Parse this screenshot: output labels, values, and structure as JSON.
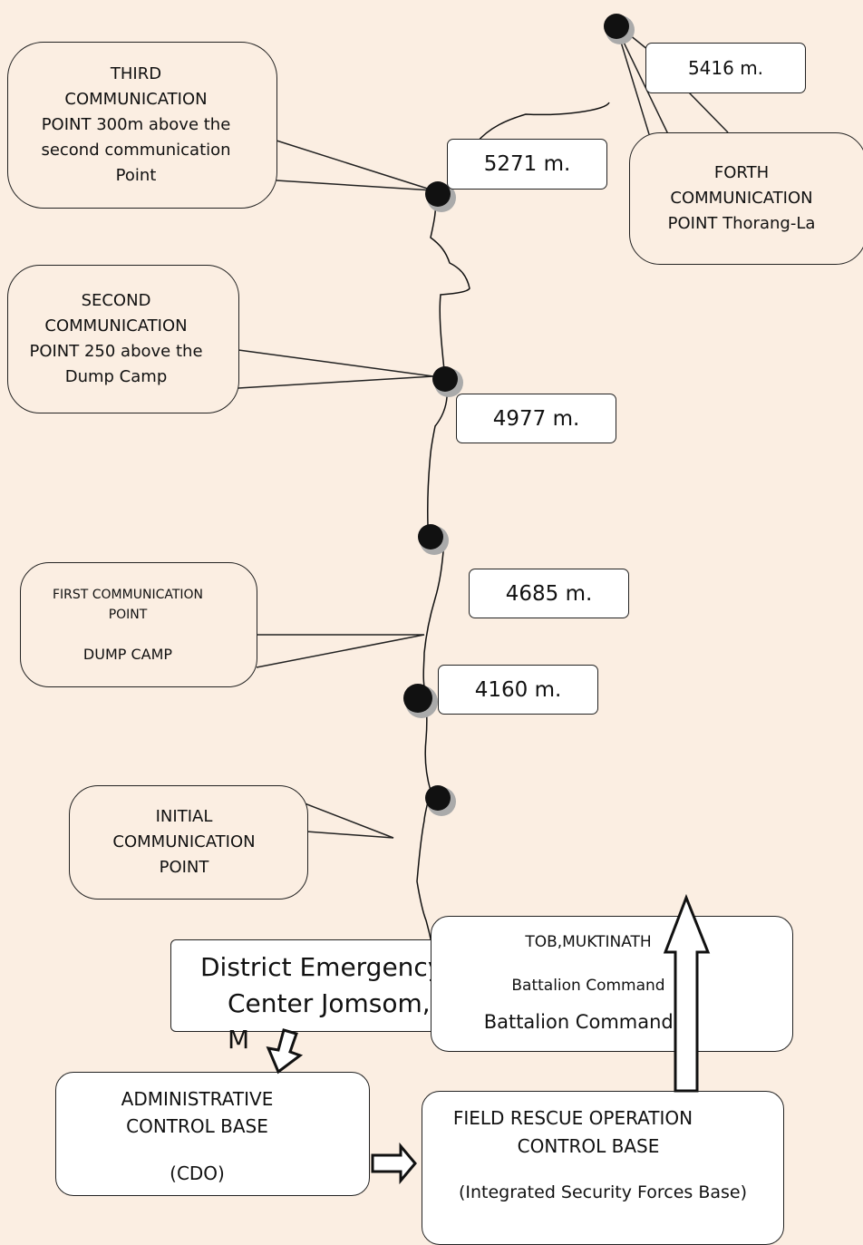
{
  "callouts": {
    "third": [
      "THIRD",
      "COMMUNICATION",
      "POINT 300m above the",
      "second communication",
      "Point"
    ],
    "forth": [
      "FORTH",
      "COMMUNICATION",
      "POINT Thorang-La"
    ],
    "second": [
      "SECOND",
      "COMMUNICATION",
      "POINT 250 above the",
      "Dump Camp"
    ],
    "first": [
      "FIRST COMMUNICATION",
      "POINT",
      "DUMP CAMP"
    ],
    "initial": [
      "INITIAL",
      "COMMUNICATION",
      "POINT"
    ]
  },
  "altitudes": {
    "a5416": "5416 m.",
    "a5271": "5271 m.",
    "a4977": "4977 m.",
    "a4685": "4685 m.",
    "a4160": "4160 m."
  },
  "boxes": {
    "district": [
      "District Emergency",
      "Center Jomsom, M"
    ],
    "tob": [
      "TOB,MUKTINATH",
      "Battalion Command",
      "Battalion Commander"
    ],
    "admin": [
      "ADMINISTRATIVE",
      "CONTROL BASE",
      "(CDO)"
    ],
    "field": [
      "FIELD RESCUE OPERATION",
      "CONTROL BASE",
      "(Integrated Security Forces Base)"
    ]
  }
}
